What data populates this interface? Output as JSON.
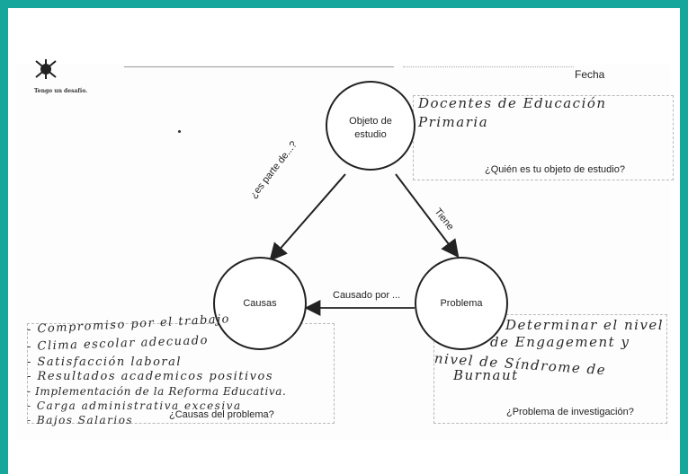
{
  "header": {
    "fecha_label": "Fecha",
    "motto": "Tengo un desafío."
  },
  "diagram": {
    "object_node": {
      "line1": "Objeto de",
      "line2": "estudio"
    },
    "causes_node": "Causas",
    "problem_node": "Problema",
    "edge_left": "¿es parte de...?",
    "edge_right": "Tiene",
    "edge_bottom": "Causado por ..."
  },
  "object_box": {
    "answer_line1": "Docentes de Educación",
    "answer_line2": "Primaria",
    "question": "¿Quién es tu objeto de estudio?"
  },
  "problem_box": {
    "answer_line1": "Determinar el nivel",
    "answer_line2": "de Engagement y",
    "answer_line3": "nivel de Síndrome de",
    "answer_line4": "Burnaut",
    "question": "¿Problema de investigación?"
  },
  "causes_box": {
    "items": [
      "- Compromiso por el trabajo",
      "- Clima escolar adecuado",
      "- Satisfacción laboral",
      "- Resultados academicos positivos",
      "- Implementación de la Reforma Educativa.",
      "- Carga administrativa excesiva",
      "- Bajos Salarios"
    ],
    "question": "¿Causas del problema?"
  },
  "colors": {
    "frame": "#17a69b",
    "ink": "#222222"
  }
}
